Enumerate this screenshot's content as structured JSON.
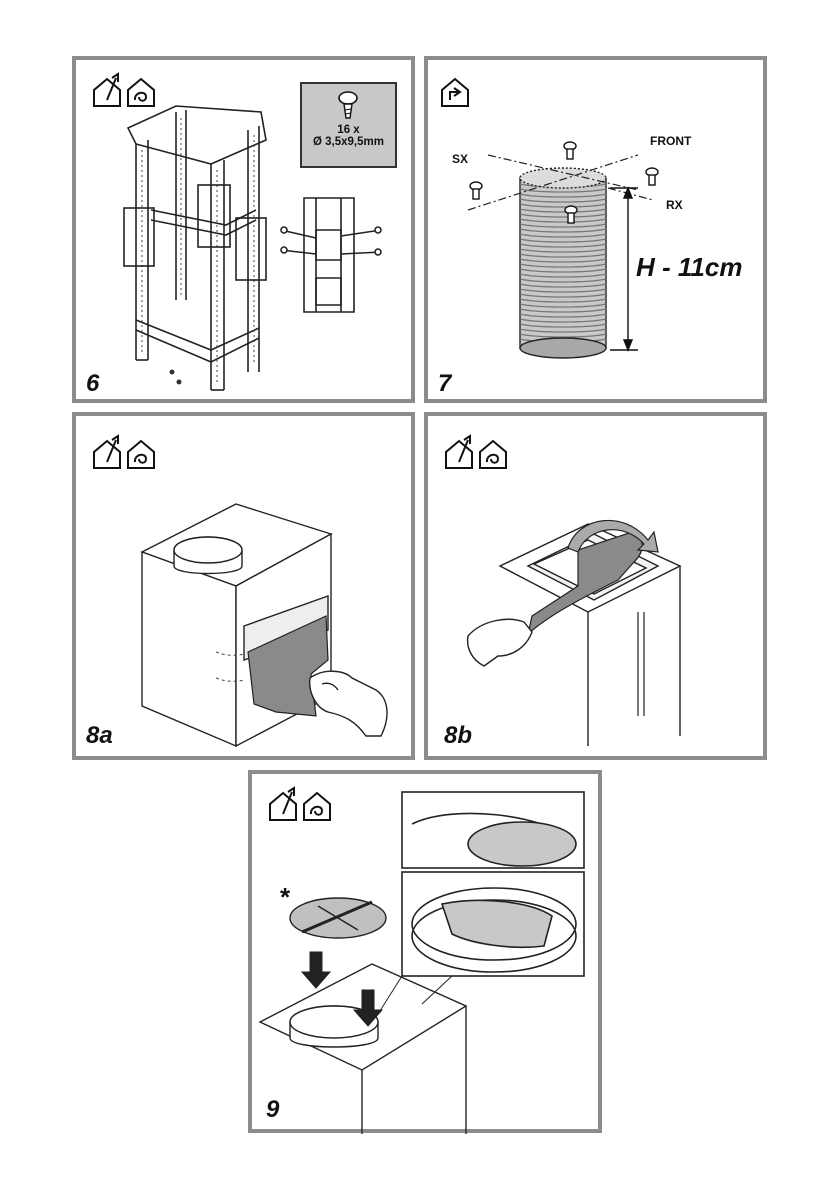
{
  "panels": {
    "p6": {
      "step": "6",
      "screws": {
        "quantity": "16 x",
        "size": "Ø 3,5x9,5mm"
      }
    },
    "p7": {
      "step": "7",
      "labels": {
        "front": "FRONT",
        "sx": "SX",
        "rx": "RX",
        "height": "H - 11cm"
      }
    },
    "p8a": {
      "step": "8a"
    },
    "p8b": {
      "step": "8b"
    },
    "p9": {
      "step": "9",
      "asterisk": "*"
    }
  },
  "icons": {
    "p6": [
      "house-exhaust-icon",
      "house-recirculation-icon"
    ],
    "p7": [
      "house-duct-connection-icon"
    ],
    "p8a": [
      "house-exhaust-icon",
      "house-recirculation-icon"
    ],
    "p8b": [
      "house-exhaust-icon",
      "house-recirculation-icon"
    ],
    "p9": [
      "house-exhaust-icon",
      "house-recirculation-icon"
    ]
  },
  "colors": {
    "panel_border": "#8c8c8c",
    "screw_box": "#c8c8c8",
    "tape": "#8a8a8a",
    "duct_ring": "#c0c0c0",
    "filter": "#b8b8b8"
  }
}
